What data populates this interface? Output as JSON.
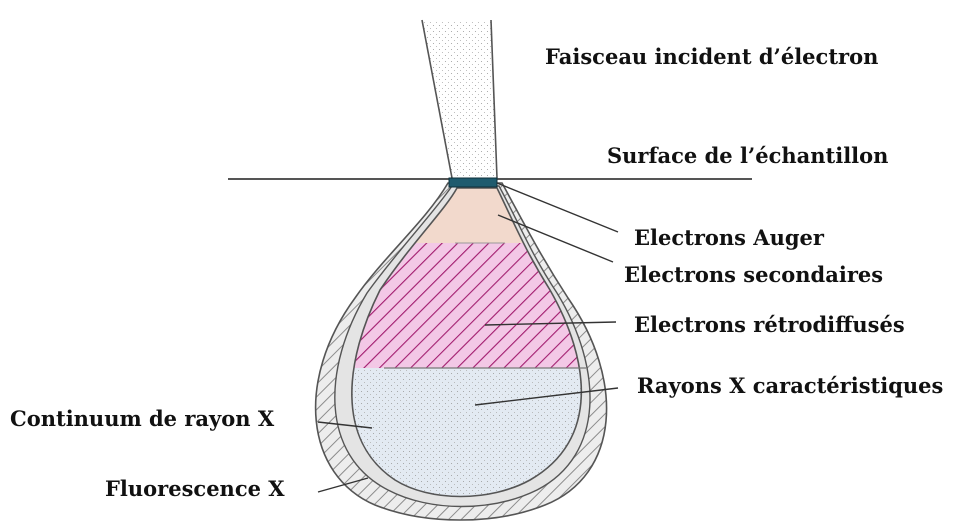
{
  "labels": {
    "beam": "Faisceau incident d’électron",
    "surface": "Surface de l’échantillon",
    "auger": "Electrons Auger",
    "secondary": "Electrons secondaires",
    "backscattered": "Electrons rétrodiffusés",
    "characteristic_xray": "Rayons X caractéristiques",
    "xray_continuum": "Continuum de rayon X",
    "xray_fluorescence": "Fluorescence X"
  },
  "colors": {
    "outline": "#555555",
    "surface_layer": "#1f5b6e",
    "auger_zone": "#f2d9cc",
    "backscatter_zone": "#f3c8e6",
    "backscatter_hatch": "#a21c6e",
    "xray_zone": "#e3eaf2",
    "shell_fill": "#e4e4e4",
    "hatch_grey": "#8c8c8c"
  }
}
